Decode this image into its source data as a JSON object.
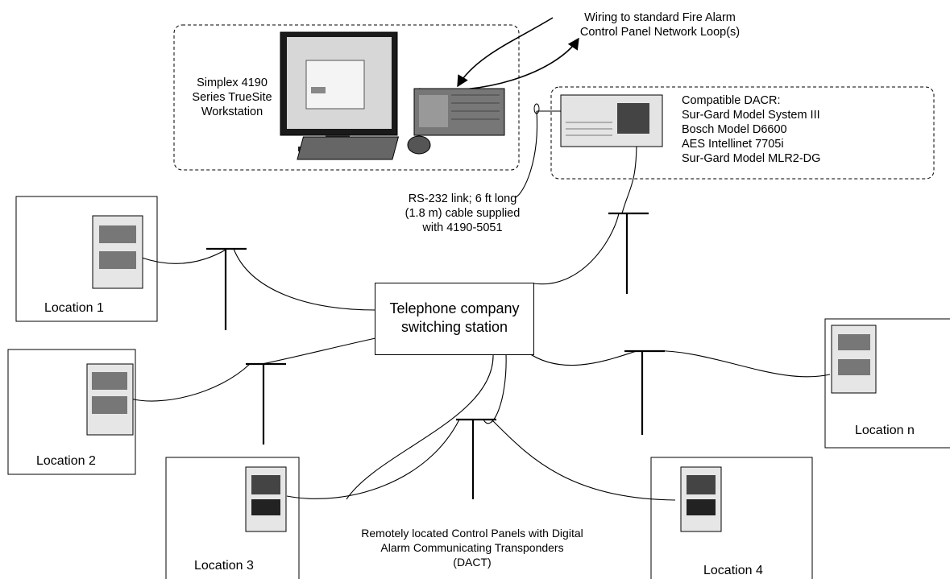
{
  "wiring_note_line1": "Wiring to standard Fire Alarm",
  "wiring_note_line2": "Control Panel Network Loop(s)",
  "workstation_line1": "Simplex 4190",
  "workstation_line2": "Series TrueSite",
  "workstation_line3": "Workstation",
  "dacr_title": "Compatible DACR:",
  "dacr_models": [
    "Sur-Gard Model System III",
    "Bosch Model D6600",
    "AES Intellinet 7705i",
    "Sur-Gard Model MLR2-DG"
  ],
  "rs232_note": [
    "RS-232 link; 6 ft long",
    "(1.8 m) cable supplied",
    "with 4190-5051"
  ],
  "switching_station": [
    "Telephone company",
    "switching station"
  ],
  "locations": [
    "Location 1",
    "Location 2",
    "Location 3",
    "Location 4",
    "Location n"
  ],
  "remote_panels_note": [
    "Remotely located Control Panels with Digital",
    "Alarm Communicating Transponders",
    "(DACT)"
  ]
}
